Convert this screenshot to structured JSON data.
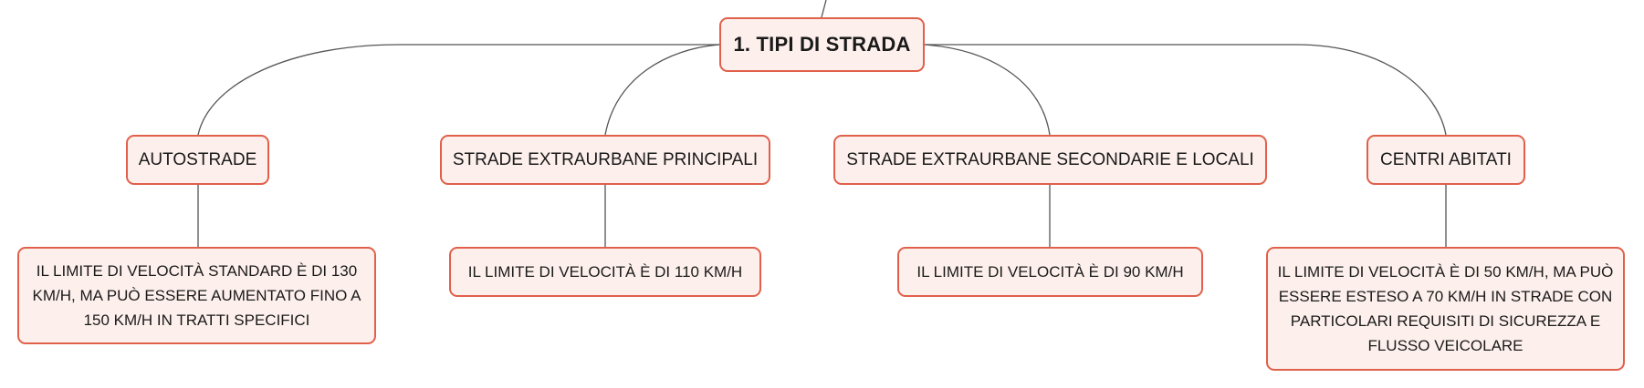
{
  "root": {
    "label": "1. TIPI DI STRADA"
  },
  "branches": [
    {
      "label": "AUTOSTRADE",
      "detail": "IL LIMITE DI VELOCITÀ STANDARD È DI 130 KM/H, MA PUÒ ESSERE AUMENTATO FINO A 150 KM/H IN TRATTI SPECIFICI"
    },
    {
      "label": "STRADE EXTRAURBANE PRINCIPALI",
      "detail": "IL LIMITE DI VELOCITÀ È DI 110 KM/H"
    },
    {
      "label": "STRADE EXTRAURBANE SECONDARIE E LOCALI",
      "detail": "IL LIMITE DI VELOCITÀ È DI 90 KM/H"
    },
    {
      "label": "CENTRI ABITATI",
      "detail": "IL LIMITE DI VELOCITÀ È DI 50 KM/H, MA PUÒ ESSERE ESTESO A 70 KM/H IN STRADE CON PARTICOLARI REQUISITI DI SICUREZZA E FLUSSO VEICOLARE"
    }
  ],
  "colors": {
    "node_border": "#e0604b",
    "node_fill": "#fdf0ec",
    "connector": "#555555",
    "text": "#1a1a1a"
  }
}
